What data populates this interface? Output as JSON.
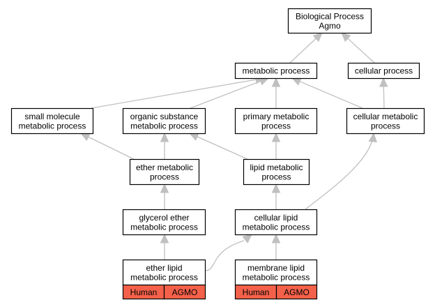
{
  "colors": {
    "edge": "#c0c0c0",
    "node_border": "#000000",
    "tag_fill": "#f4614a"
  },
  "nodes": {
    "root": [
      "Biological Process",
      "Agmo"
    ],
    "metabolic": [
      "metabolic process"
    ],
    "cellular": [
      "cellular process"
    ],
    "small_molecule": [
      "small molecule",
      "metabolic process"
    ],
    "organic_substance": [
      "organic substance",
      "metabolic process"
    ],
    "primary": [
      "primary metabolic",
      "process"
    ],
    "cellular_metabolic": [
      "cellular metabolic",
      "process"
    ],
    "ether": [
      "ether metabolic",
      "process"
    ],
    "lipid": [
      "lipid metabolic",
      "process"
    ],
    "glycerol_ether": [
      "glycerol ether",
      "metabolic process"
    ],
    "cellular_lipid": [
      "cellular lipid",
      "metabolic process"
    ],
    "ether_lipid": [
      "ether lipid",
      "metabolic process"
    ],
    "membrane_lipid": [
      "membrane lipid",
      "metabolic process"
    ]
  },
  "tags": {
    "ether_lipid": [
      "Human",
      "AGMO"
    ],
    "membrane_lipid": [
      "Human",
      "AGMO"
    ]
  },
  "edges": [
    [
      "metabolic",
      "root"
    ],
    [
      "cellular",
      "root"
    ],
    [
      "small_molecule",
      "metabolic"
    ],
    [
      "organic_substance",
      "metabolic"
    ],
    [
      "primary",
      "metabolic"
    ],
    [
      "cellular_metabolic",
      "metabolic"
    ],
    [
      "cellular_metabolic",
      "cellular"
    ],
    [
      "ether",
      "small_molecule"
    ],
    [
      "ether",
      "organic_substance"
    ],
    [
      "lipid",
      "organic_substance"
    ],
    [
      "lipid",
      "primary"
    ],
    [
      "glycerol_ether",
      "ether"
    ],
    [
      "cellular_lipid",
      "lipid"
    ],
    [
      "cellular_lipid",
      "cellular_metabolic"
    ],
    [
      "ether_lipid",
      "glycerol_ether"
    ],
    [
      "ether_lipid",
      "cellular_lipid"
    ],
    [
      "membrane_lipid",
      "cellular_lipid"
    ]
  ]
}
